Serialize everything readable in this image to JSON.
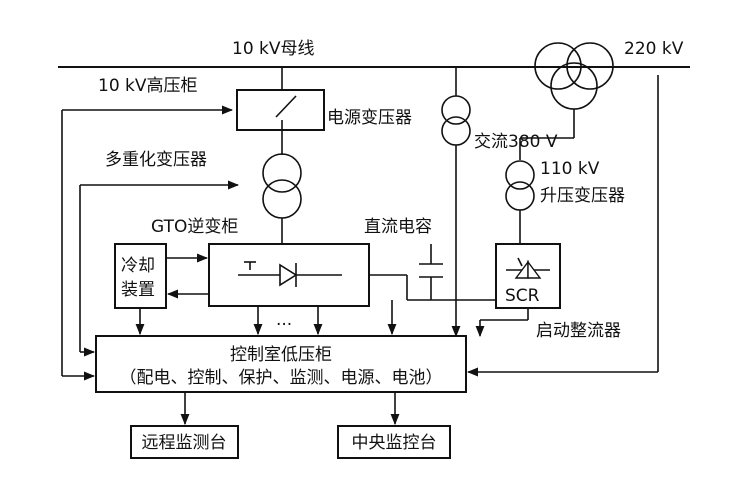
{
  "labels": {
    "bus_10kv": "10 kV母线",
    "grid_220kv": "220 kV",
    "hv_cabinet": "10 kV高压柜",
    "power_transformer": "电源变压器",
    "ac_380v": "交流380 V",
    "multi_transformer": "多重化变压器",
    "kv110": "110 kV",
    "boost_transformer": "升压变压器",
    "gto_cabinet": "GTO逆变柜",
    "dc_capacitor": "直流电容",
    "cooling_line1": "冷却",
    "cooling_line2": "装置",
    "scr": "SCR",
    "ellipsis": "···",
    "start_rectifier": "启动整流器",
    "control_line1": "控制室低压柜",
    "control_line2": "（配电、控制、保护、监测、电源、电池）",
    "remote_monitor": "远程监测台",
    "central_console": "中央监控台"
  }
}
